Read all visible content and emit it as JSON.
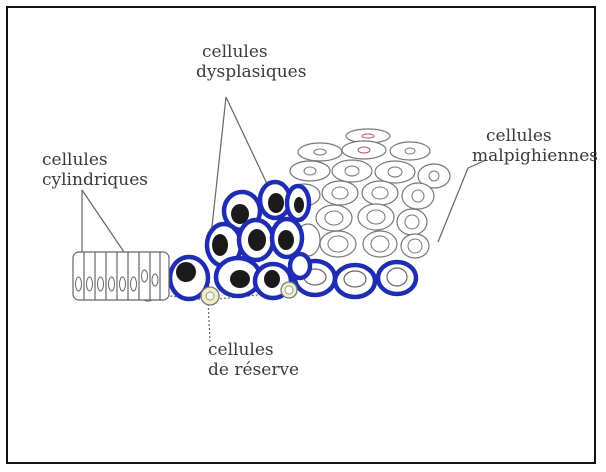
{
  "labels": {
    "dysplastic": [
      "cellules",
      "dysplasiques"
    ],
    "cylindrical": [
      "cellules",
      "cylindriques"
    ],
    "malpighian": [
      "cellules",
      "malpighiennes"
    ],
    "reserve": [
      "cellules",
      "de réserve"
    ]
  },
  "colors": {
    "dysplastic_border": "#1e2db4",
    "malpighian_basal": "#1e2db4",
    "reserve_fill": "#f1efc6",
    "nucleus_dark": "#1a1a1a",
    "line": "#555555"
  },
  "icons": {
    "dysplastic": "dark-nucleus-cell",
    "malpighian": "pale-squamous-cell",
    "cylindrical": "columnar-cell",
    "reserve": "pale-round-cell"
  }
}
